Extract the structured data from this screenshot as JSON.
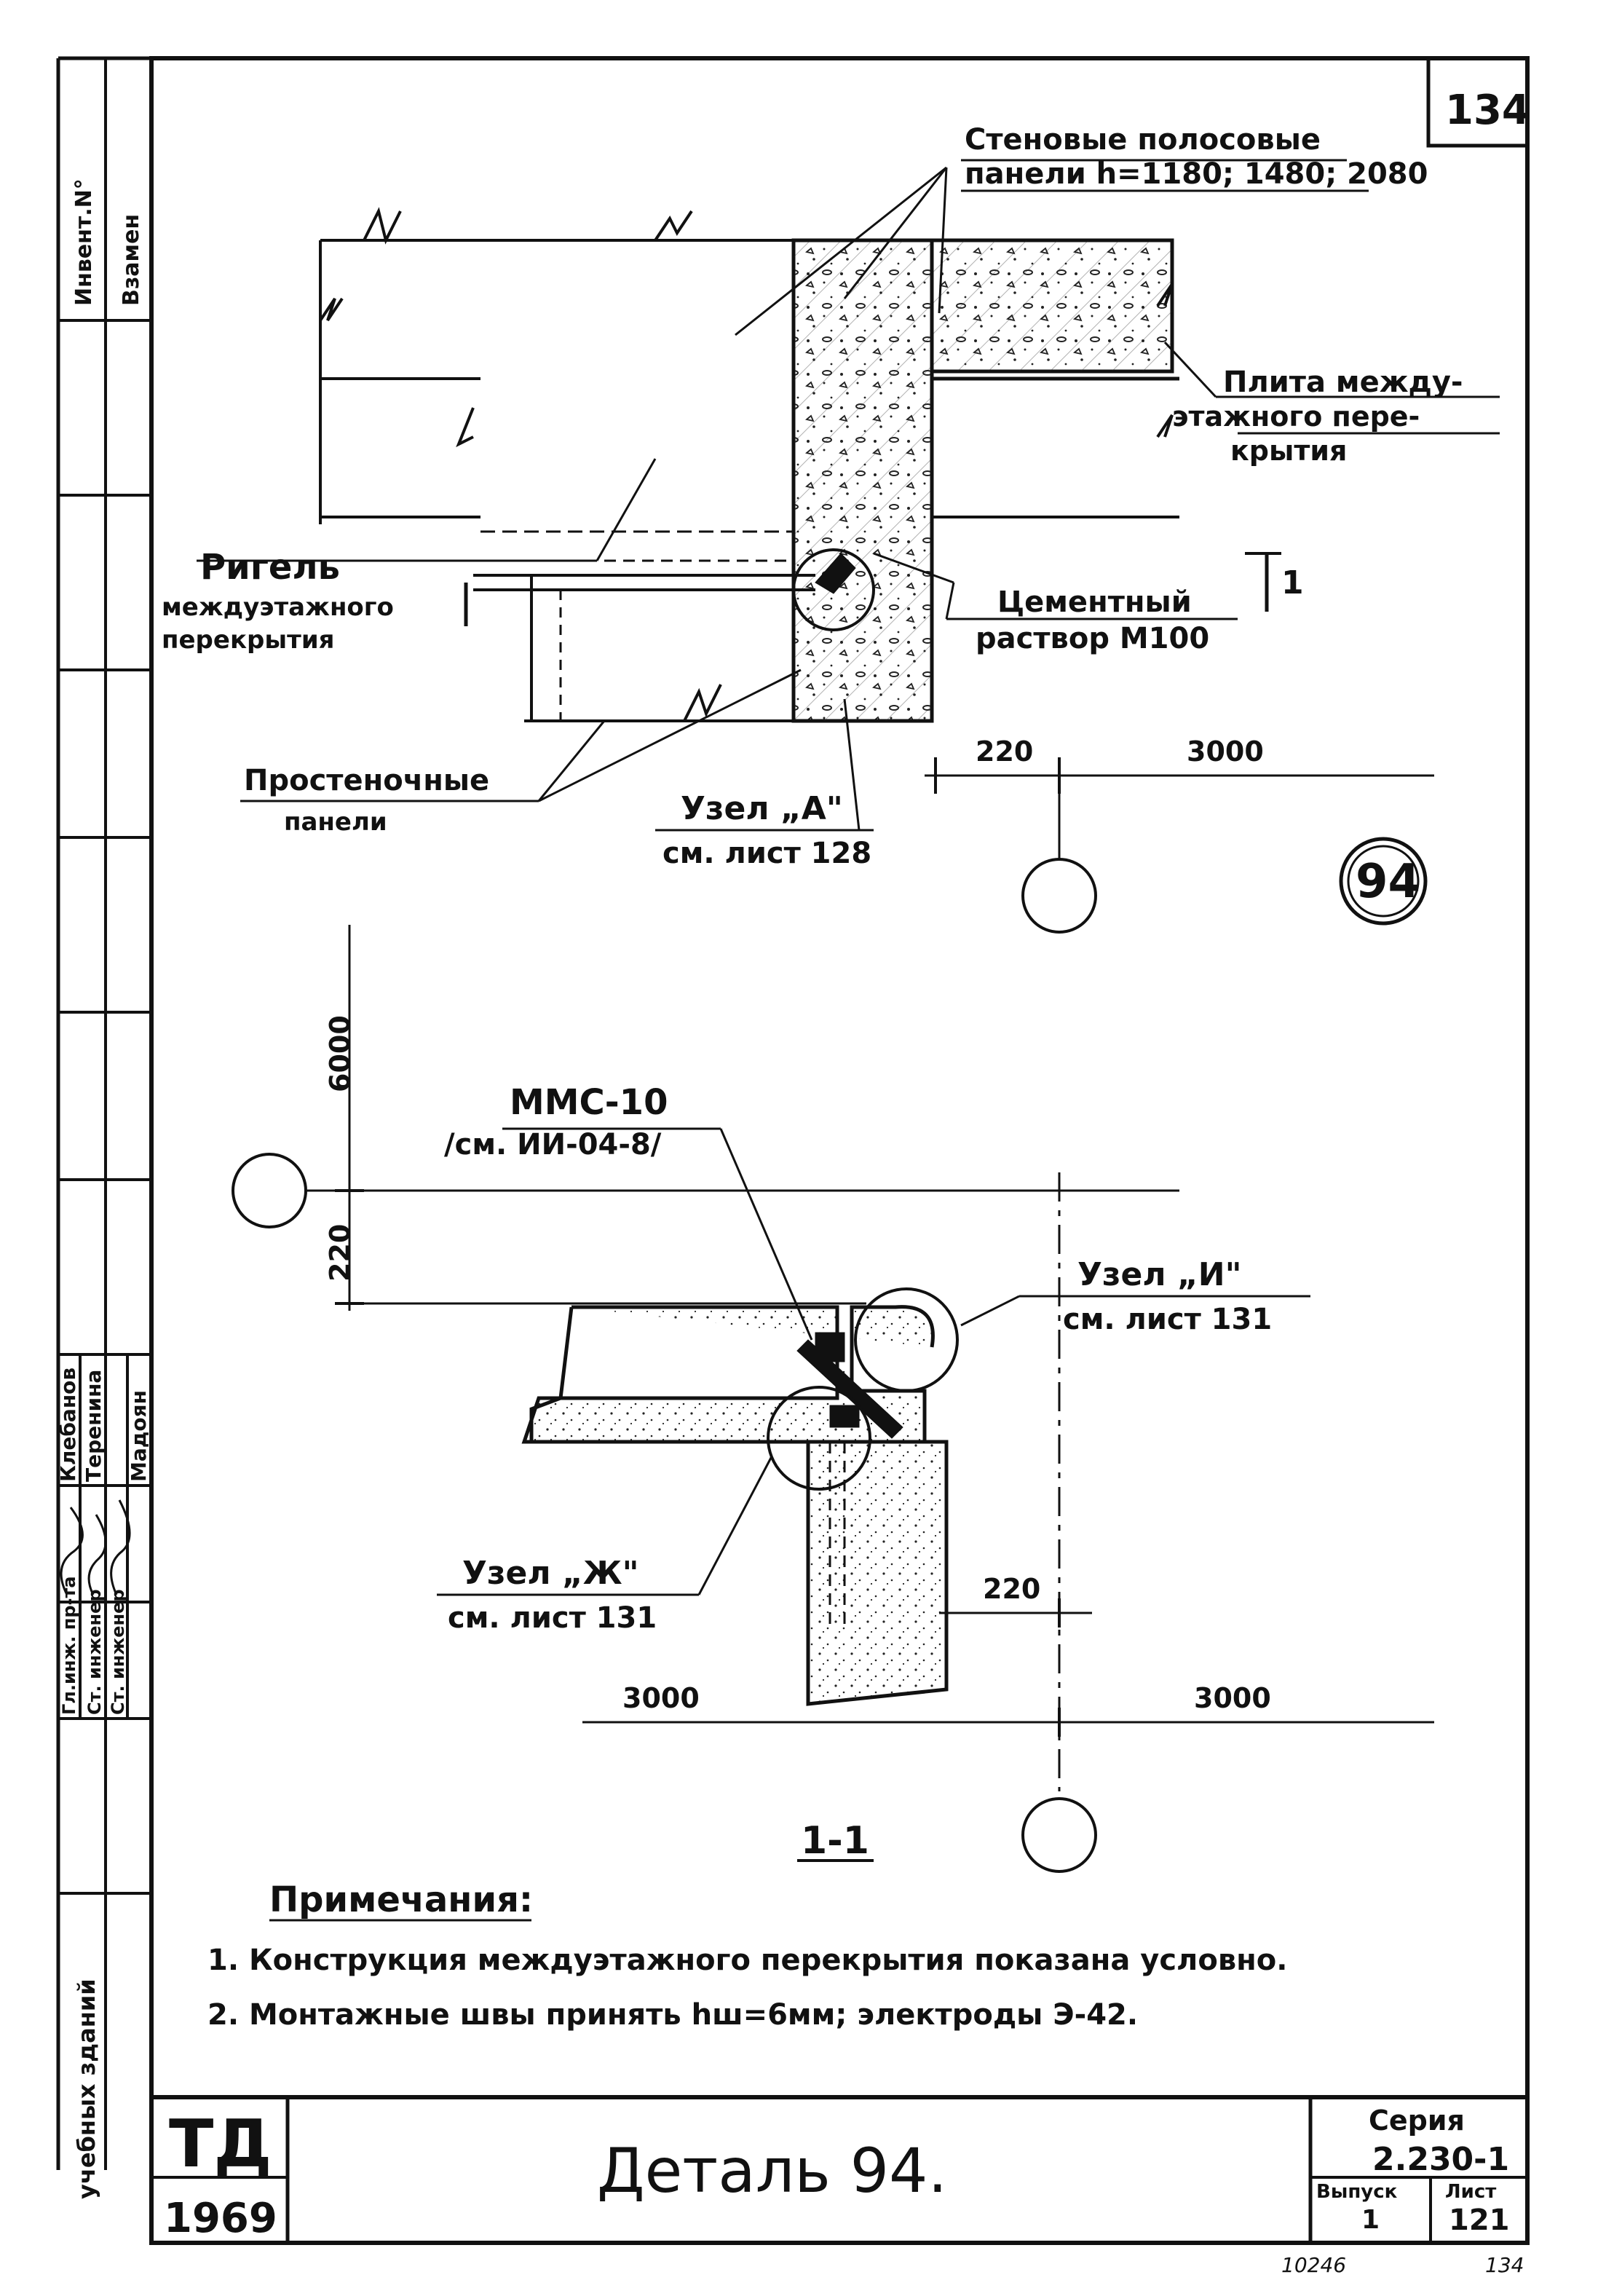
{
  "sheet": {
    "page_number": "134",
    "detail_circle": "94",
    "bottom_ref_left": "10246",
    "bottom_ref_right": "134"
  },
  "side_stamp": {
    "inv_no": "Инвент.N°",
    "replaces": "Взамен",
    "category": "учебных зданий",
    "roles": [
      "Гл.инж. пр-та",
      "Ст. инженер",
      "Ст. инженер"
    ],
    "names": [
      "Клебанов",
      "Теренина",
      "Мадоян"
    ]
  },
  "labels": {
    "wall_panels": [
      "Стеновые полосовые",
      "панели h=1180; 1480; 2080"
    ],
    "floor_slab": [
      "Плита междy-",
      "этажного пере-",
      "крытия"
    ],
    "girder": [
      "Ригель",
      "междуэтажного",
      "перекрытия"
    ],
    "mortar": [
      "Цементный",
      "раствор М100"
    ],
    "pier_panels": [
      "Простеночные",
      "панели"
    ],
    "node_a": [
      "Узел „А\"",
      "см. лист 128"
    ],
    "mmc": [
      "ММС-10",
      "/см. ИИ-04-8/"
    ],
    "node_i": [
      "Узел „И\"",
      "см. лист 131"
    ],
    "node_zh": [
      "Узел „Ж\"",
      "см. лист 131"
    ],
    "section_mark": "1",
    "section_title": "1-1"
  },
  "dimensions": {
    "top_220": "220",
    "top_3000": "3000",
    "vert_6000": "6000",
    "vert_220": "220",
    "mid_220": "220",
    "bottom_left_3000": "3000",
    "bottom_right_3000": "3000"
  },
  "notes": {
    "heading": "Примечания:",
    "items": [
      "1. Конструкция междуэтажного перекрытия показана условно.",
      "2. Монтажные швы принять hш=6мм; электроды Э-42."
    ]
  },
  "title_block": {
    "org": "ТД",
    "year": "1969",
    "title": "Деталь 94.",
    "series_label": "Серия",
    "series_value": "2.230-1",
    "issue_label": "Выпуск",
    "issue_value": "1",
    "sheet_label": "Лист",
    "sheet_value": "121"
  }
}
